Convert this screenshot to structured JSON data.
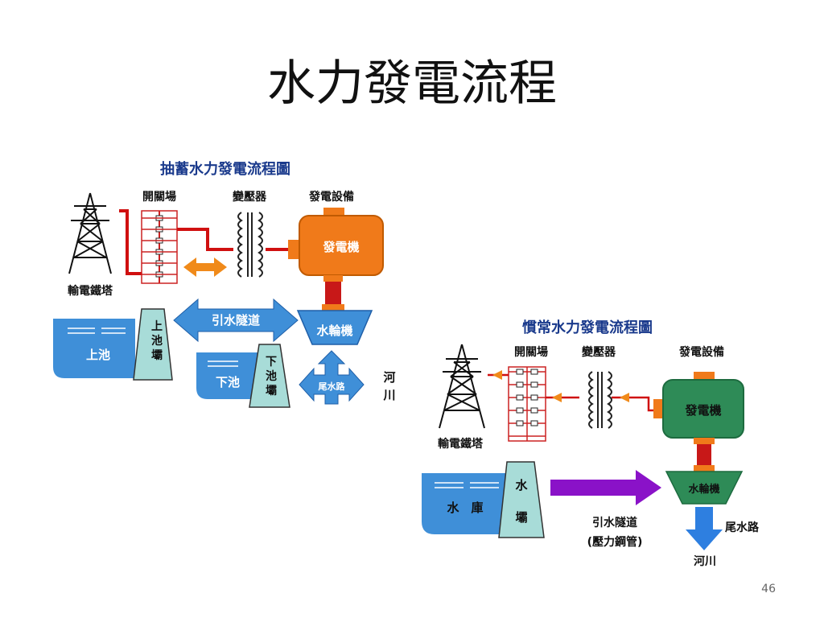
{
  "slide": {
    "title": "水力發電流程",
    "page_number": "46"
  },
  "pumped": {
    "heading": "抽蓄水力發電流程圖",
    "tower_label": "輸電鐵塔",
    "switchyard_label": "開關場",
    "transformer_label": "變壓器",
    "equipment_label": "發電設備",
    "generator_label": "發電機",
    "turbine_label": "水輪機",
    "tunnel_label": "引水隧道",
    "upper_pool_label": "上池",
    "upper_dam_label": "上池壩",
    "lower_pool_label": "下池",
    "lower_dam_label": "下池壩",
    "tailrace_label": "尾水路",
    "river_label": "河川"
  },
  "conventional": {
    "heading": "慣常水力發電流程圖",
    "tower_label": "輸電鐵塔",
    "switchyard_label": "開關場",
    "transformer_label": "變壓器",
    "equipment_label": "發電設備",
    "generator_label": "發電機",
    "turbine_label": "水輪機",
    "reservoir_label": "水　庫",
    "dam_label": "水壩",
    "tunnel_label": "引水隧道",
    "penstock_label": "(壓力鋼管)",
    "tailrace_label": "尾水路",
    "river_label": "河川"
  },
  "colors": {
    "heading_blue": "#1a3a8c",
    "water_blue": "#3f8fd8",
    "dam_teal": "#a8dcd8",
    "generator_orange": "#f07a1a",
    "generator_green": "#2e8b57",
    "wire_red": "#d01010",
    "flow_purple": "#8a12c8"
  }
}
